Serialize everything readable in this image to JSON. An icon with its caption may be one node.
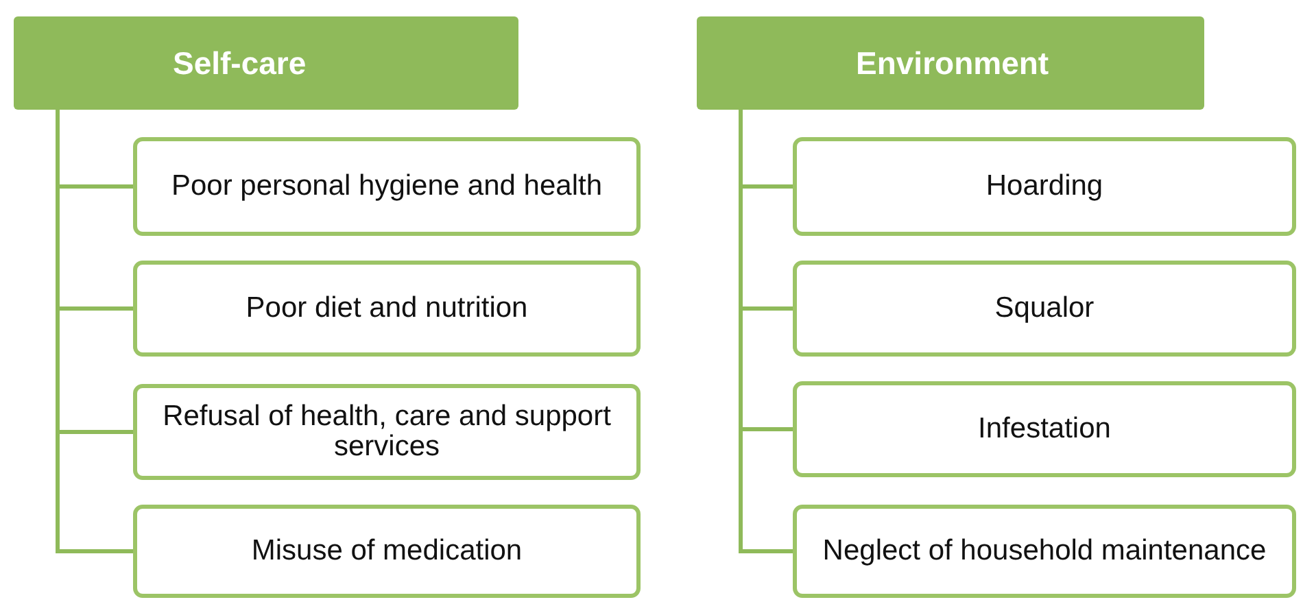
{
  "diagram": {
    "nodes": [
      {
        "text": [
          "Self-care"
        ]
      },
      {
        "text": [
          "Poor personal hygiene and health"
        ]
      },
      {
        "text": [
          "Poor diet and nutrition"
        ]
      },
      {
        "text": [
          "Refusal of health, care and support services"
        ]
      },
      {
        "text": [
          "Misuse of medication"
        ]
      },
      {
        "text": [
          "Environment"
        ]
      },
      {
        "text": [
          "Hoarding"
        ]
      },
      {
        "text": [
          "Squalor"
        ]
      },
      {
        "text": [
          "Infestation"
        ]
      },
      {
        "text": [
          "Neglect of household maintenance"
        ]
      }
    ],
    "edges": [
      {
        "from": 0,
        "to": 1,
        "arrow": "none"
      },
      {
        "from": 0,
        "to": 2,
        "arrow": "none"
      },
      {
        "from": 0,
        "to": 3,
        "arrow": "none"
      },
      {
        "from": 0,
        "to": 4,
        "arrow": "none"
      },
      {
        "from": 5,
        "to": 6,
        "arrow": "none"
      },
      {
        "from": 5,
        "to": 7,
        "arrow": "none"
      },
      {
        "from": 5,
        "to": 8,
        "arrow": "none"
      },
      {
        "from": 5,
        "to": 9,
        "arrow": "none"
      }
    ]
  }
}
